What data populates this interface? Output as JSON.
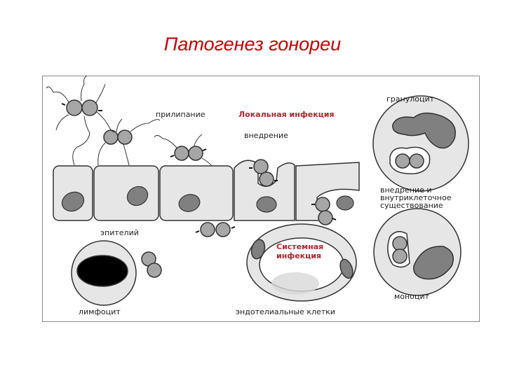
{
  "slide": {
    "title": "Патогенез гонореи"
  },
  "diagram": {
    "labels": {
      "adhesion": "прилипание",
      "local_infection": "Локальная инфекция",
      "invasion": "внедрение",
      "granulocyte": "гранулоцит",
      "invasion_intracellular": "внедрение и внутриклеточное существование",
      "epithelium": "эпителий",
      "systemic_infection": "Системная инфекция",
      "lymphocyte": "лимфоцит",
      "endothelial_cells": "эндотелиальные клетки",
      "monocyte": "моноцит"
    },
    "colors": {
      "cell_fill": "#e6e6e6",
      "nucleus": "#808080",
      "outline": "#333333",
      "label_red": "#b3262e",
      "title_red": "#cc0000"
    }
  }
}
